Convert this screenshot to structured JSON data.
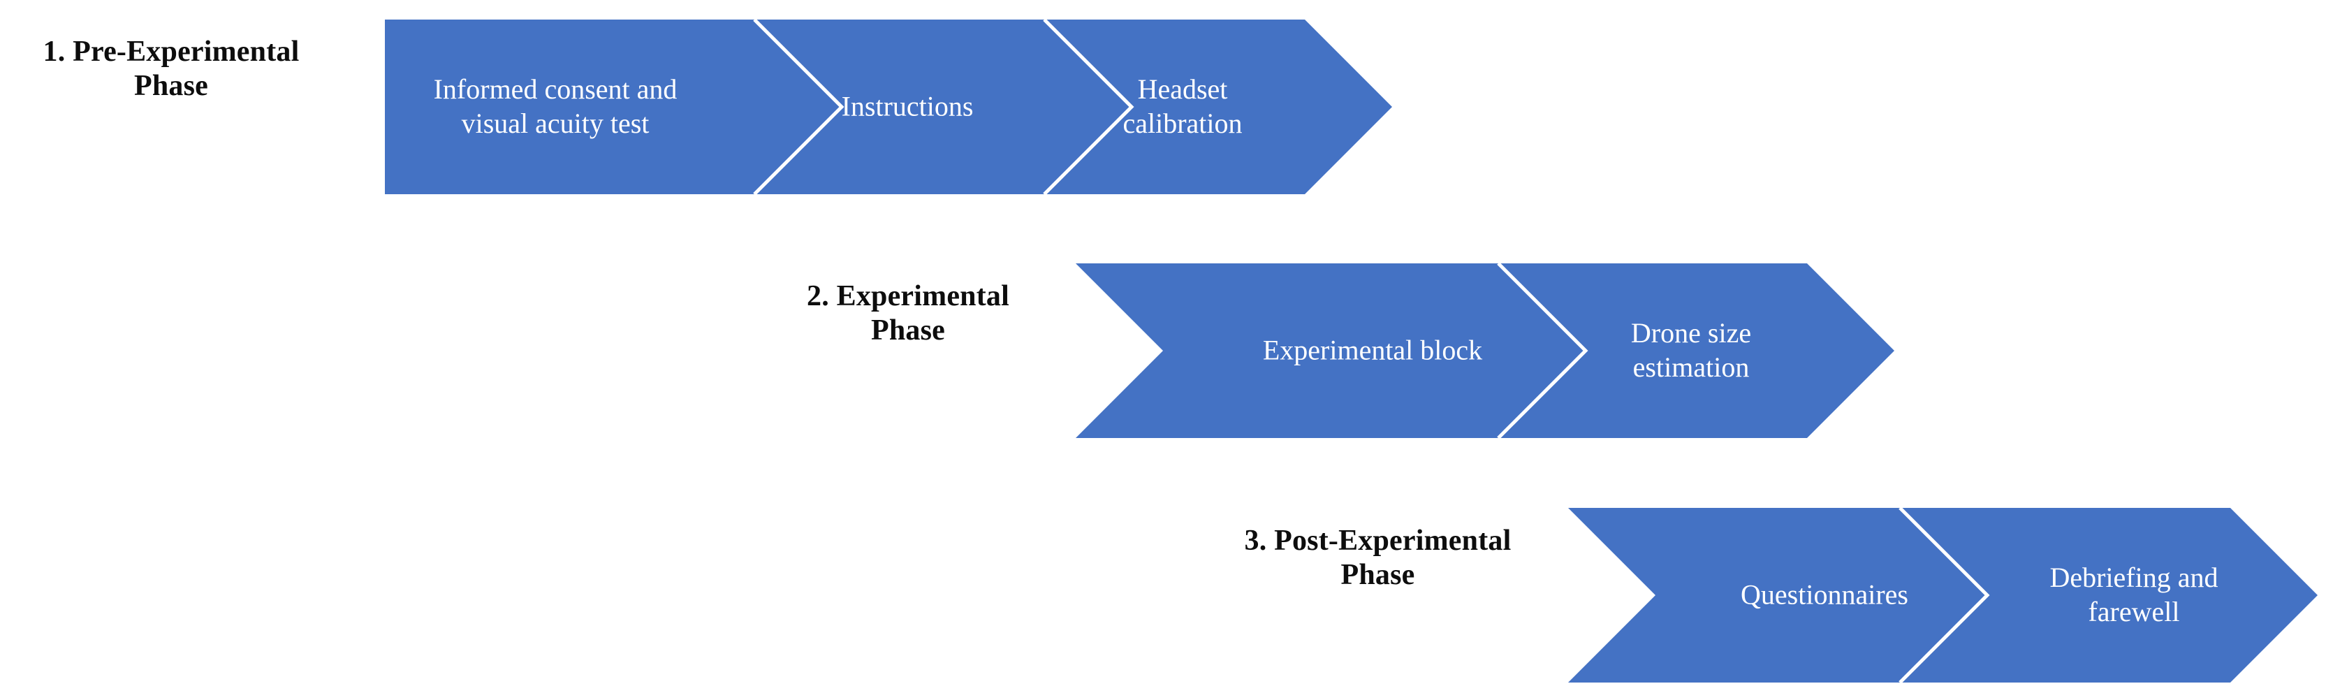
{
  "figure": {
    "title": "Experimental procedure flow diagram",
    "accent_color": "#4472C4",
    "label_color": "#0D0D0D",
    "step_text_color": "#FFFFFF",
    "background_color": "#FFFFFF"
  },
  "phases": [
    {
      "label": "1. Pre-Experimental\nPhase",
      "steps": [
        {
          "text": "Informed consent and\nvisual acuity test"
        },
        {
          "text": "Instructions"
        },
        {
          "text": "Headset\ncalibration"
        }
      ]
    },
    {
      "label": "2. Experimental\nPhase",
      "steps": [
        {
          "text": "Experimental block"
        },
        {
          "text": "Drone size\nestimation"
        }
      ]
    },
    {
      "label": "3. Post-Experimental\nPhase",
      "steps": [
        {
          "text": "Questionnaires"
        },
        {
          "text": "Debriefing and\nfarewell"
        }
      ]
    }
  ]
}
